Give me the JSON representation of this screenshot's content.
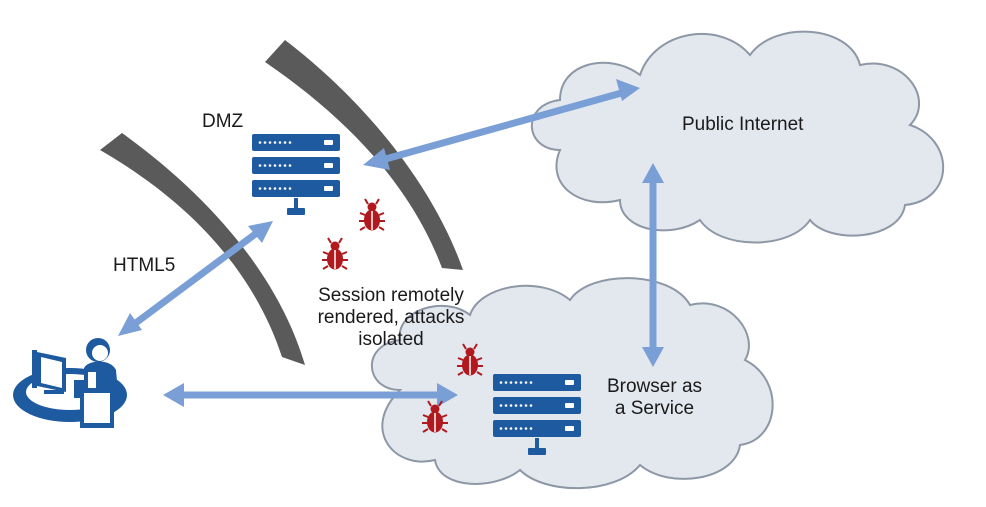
{
  "labels": {
    "dmz": "DMZ",
    "html5": "HTML5",
    "public_internet": "Public Internet",
    "isolation_line1": "Session remotely",
    "isolation_line2": "rendered, attacks",
    "isolation_line3": "isolated",
    "baas_line1": "Browser as",
    "baas_line2": "a Service"
  },
  "icons": [
    "server-rack-icon",
    "bug-icon",
    "user-workstation-icon",
    "cloud-shape",
    "firewall-wall-shape",
    "double-arrow"
  ],
  "colors": {
    "server": "#1e5aa0",
    "server_light": "#ffffff",
    "arrow": "#7a9fd6",
    "cloud_fill": "#e3e8ef",
    "cloud_stroke": "#8d97a6",
    "wall": "#5a5a5a",
    "bug": "#b0191e",
    "user": "#1e5aa0"
  }
}
